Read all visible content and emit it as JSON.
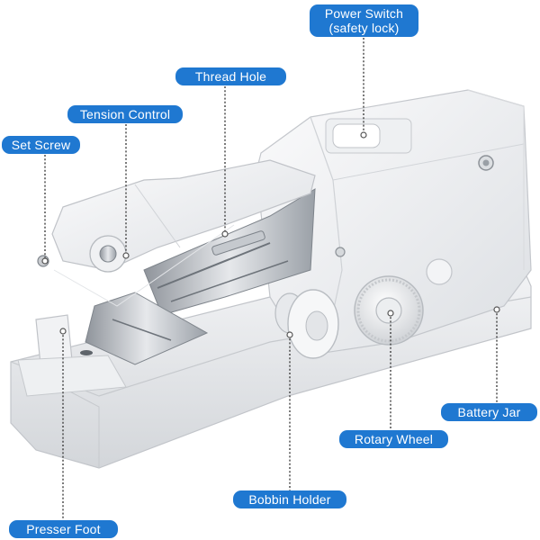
{
  "labels": {
    "power_switch": {
      "line1": "Power Switch",
      "line2": "(safety lock)"
    },
    "thread_hole": "Thread Hole",
    "tension_control": "Tension Control",
    "set_screw": "Set Screw",
    "battery_jar": "Battery Jar",
    "rotary_wheel": "Rotary Wheel",
    "bobbin_holder": "Bobbin Holder",
    "presser_foot": "Presser Foot"
  },
  "colors": {
    "label_bg": "#1f78d1",
    "label_text": "#ffffff",
    "body_white": "#f4f5f6",
    "body_shadow": "#c9ccd0",
    "metal": "#b8bcc2"
  }
}
